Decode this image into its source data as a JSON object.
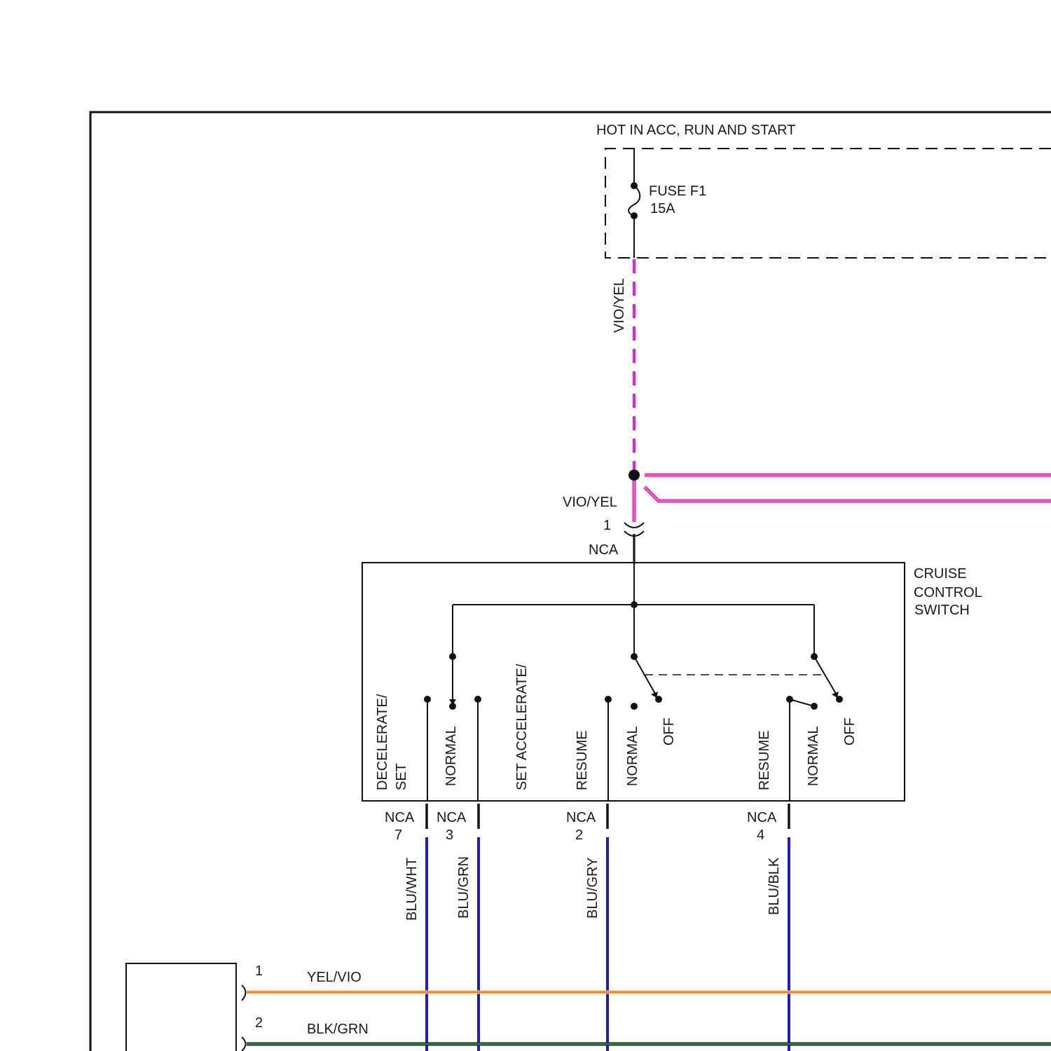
{
  "power": {
    "source_label": "HOT IN ACC, RUN AND START",
    "fuse_name": "FUSE F1",
    "fuse_rating": "15A"
  },
  "wires": {
    "feed_upper": "VIO/YEL",
    "feed_lower": "VIO/YEL",
    "w_pin7": "BLU/WHT",
    "w_pin3": "BLU/GRN",
    "w_pin2": "BLU/GRY",
    "w_pin4": "BLU/BLK",
    "bottom_1": "YEL/VIO",
    "bottom_2": "BLK/GRN"
  },
  "colors": {
    "vio_yel": "#e81ee8",
    "vio_yel_tracer": "#f0c020",
    "blue": "#1c1cc8",
    "yel_vio_main": "#f5b830",
    "yel_vio_tracer": "#e05090",
    "blk_grn_main": "#2a2a2a",
    "blk_grn_tracer": "#1a9a2a"
  },
  "switch": {
    "title_line1": "CRUISE",
    "title_line2": "CONTROL",
    "title_line3": "SWITCH",
    "top_pin": "1",
    "top_connector": "NCA",
    "pos_decel_1": "DECELERATE/",
    "pos_decel_2": "SET",
    "pos_normal_a": "NORMAL",
    "pos_set_accel": "SET ACCELERATE/",
    "pos_resume_a": "RESUME",
    "pos_normal_b": "NORMAL",
    "pos_off_a": "OFF",
    "pos_resume_b": "RESUME",
    "pos_normal_c": "NORMAL",
    "pos_off_b": "OFF"
  },
  "connectors": {
    "c7_name": "NCA",
    "c7_pin": "7",
    "c3_name": "NCA",
    "c3_pin": "3",
    "c2_name": "NCA",
    "c2_pin": "2",
    "c4_name": "NCA",
    "c4_pin": "4"
  },
  "bottom_component": {
    "pin_1": "1",
    "pin_2": "2"
  }
}
